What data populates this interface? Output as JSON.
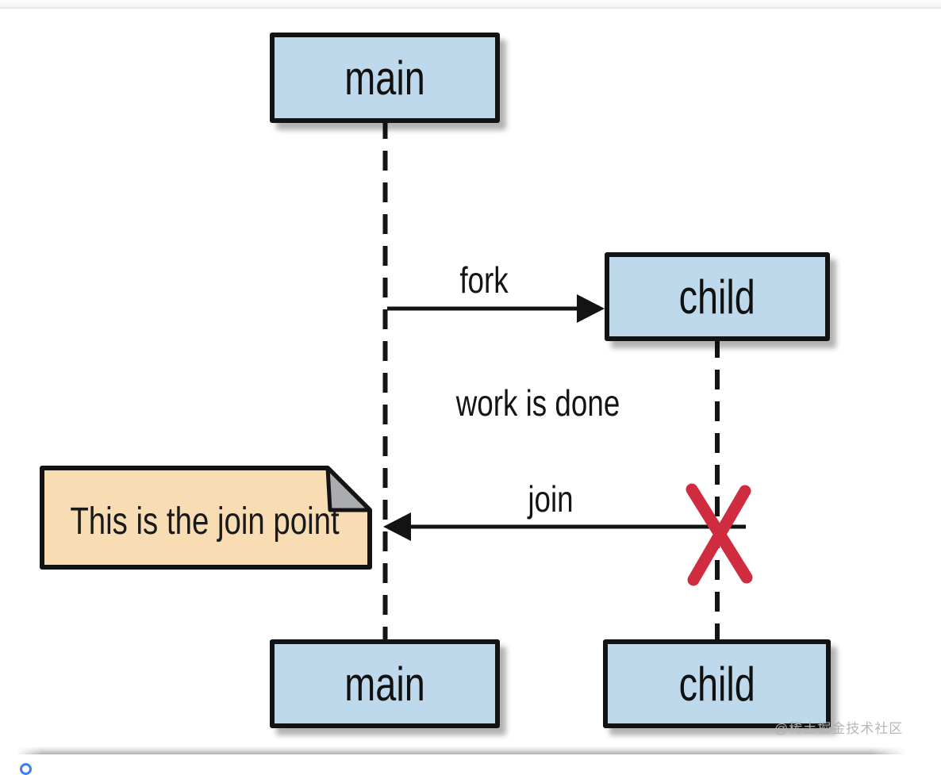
{
  "diagram": {
    "type": "sequence-diagram",
    "lifelines": [
      {
        "name": "main",
        "top_label": "main",
        "bottom_label": "main"
      },
      {
        "name": "child",
        "top_label": "child",
        "bottom_label": "child"
      }
    ],
    "messages": [
      {
        "label": "fork",
        "from": "main",
        "to": "child",
        "style": "solid-arrow-right"
      },
      {
        "label": "work is done",
        "from": "child",
        "to": "",
        "style": "text-only"
      },
      {
        "label": "join",
        "from": "child",
        "to": "main",
        "style": "solid-arrow-left-terminated-x"
      }
    ],
    "note": {
      "text": "This is the join point"
    },
    "x_marker": {
      "meaning": "child thread terminates at join"
    }
  },
  "watermark": {
    "text": "@稀土掘金技术社区"
  },
  "colors": {
    "box_fill": "#bed9ec",
    "box_border": "#131313",
    "lifeline": "#151515",
    "note_fill": "#f8dcb4",
    "note_fold": "#abacb0",
    "x_mark": "#cf2d3f",
    "watermark": "#b2b2b8",
    "blue_dot": "#3e7ef5"
  }
}
